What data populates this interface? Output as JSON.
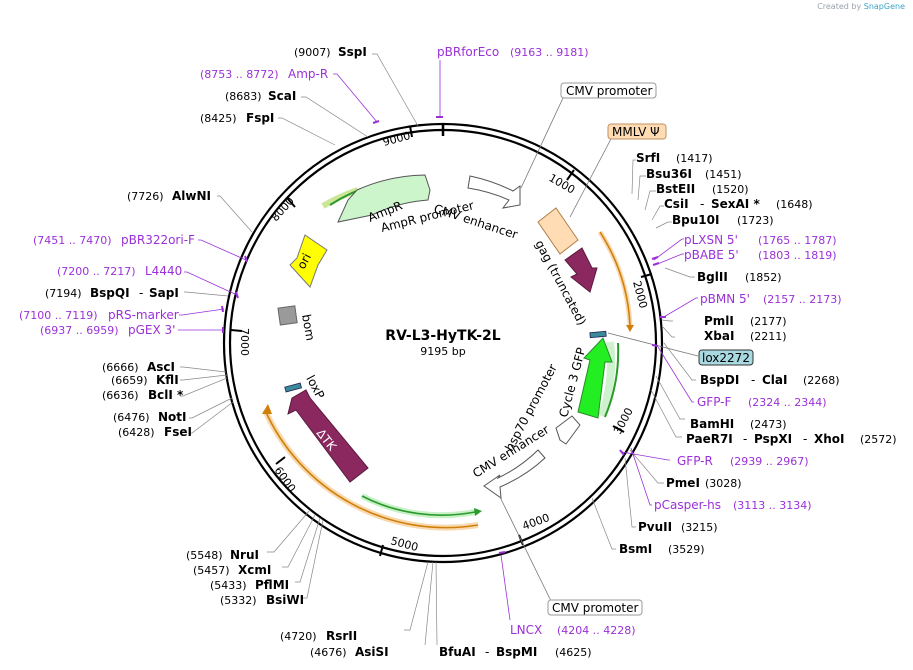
{
  "credit": {
    "prefix": "Created by",
    "brand": "SnapGene"
  },
  "plasmid": {
    "name": "RV-L3-HyTK-2L",
    "size_label": "9195 bp"
  },
  "ticks": [
    "1000",
    "2000",
    "3000",
    "4000",
    "5000",
    "6000",
    "7000",
    "8000",
    "9000"
  ],
  "features": {
    "cmv_enhancer_top": "CMV enhancer",
    "ampr_promoter": "AmpR promoter",
    "ampr": "AmpR",
    "ori": "ori",
    "bom": "bom",
    "gag": "gag (truncated)",
    "cycle3gfp": "Cycle 3 GFP",
    "hsp70": "hsp70 promoter",
    "cmv_enhancer_bottom": "CMV enhancer",
    "loxp": "loxP",
    "dtk": "ΔTK"
  },
  "boxed": {
    "cmv_promoter_top": "CMV promoter",
    "mmlv": "MMLV Ψ",
    "lox2272": "lox2272",
    "cmv_promoter_bottom": "CMV promoter"
  },
  "sites_right": [
    {
      "name": "SrfI",
      "pos": "(1417)"
    },
    {
      "name": "Bsu36I",
      "pos": "(1451)"
    },
    {
      "name": "BstEII",
      "pos": "(1520)"
    },
    {
      "name": "CsiI",
      "name2": "SexAI *",
      "pos": "(1648)"
    },
    {
      "name": "Bpu10I",
      "pos": "(1723)"
    },
    {
      "name": "BglII",
      "pos": "(1852)"
    },
    {
      "name": "PmlI",
      "pos": "(2177)"
    },
    {
      "name": "XbaI",
      "pos": "(2211)"
    },
    {
      "name": "BspDI",
      "name2": "ClaI",
      "pos": "(2268)"
    },
    {
      "name": "BamHI",
      "pos": "(2473)"
    },
    {
      "name": "PaeR7I",
      "name2": "PspXI",
      "name3": "XhoI",
      "pos": "(2572)"
    },
    {
      "name": "PmeI",
      "pos": "(3028)"
    },
    {
      "name": "PvuII",
      "pos": "(3215)"
    },
    {
      "name": "BsmI",
      "pos": "(3529)"
    }
  ],
  "primers_right": [
    {
      "name": "pLXSN 5'",
      "range": "(1765 .. 1787)"
    },
    {
      "name": "pBABE 5'",
      "range": "(1803 .. 1819)"
    },
    {
      "name": "pBMN 5'",
      "range": "(2157 .. 2173)"
    },
    {
      "name": "GFP-F",
      "range": "(2324 .. 2344)"
    },
    {
      "name": "GFP-R",
      "range": "(2939 .. 2967)"
    },
    {
      "name": "pCasper-hs",
      "range": "(3113 .. 3134)"
    }
  ],
  "bottom": {
    "lncx": {
      "name": "LNCX",
      "range": "(4204 .. 4228)"
    },
    "bfuai": {
      "name": "BfuAI",
      "name2": "BspMI",
      "pos": "(4625)"
    },
    "asisi": {
      "name": "AsiSI",
      "pos": "(4676)"
    },
    "rsrii": {
      "name": "RsrII",
      "pos": "(4720)"
    }
  },
  "sites_left": [
    {
      "name": "SspI",
      "pos": "(9007)"
    },
    {
      "name": "ScaI",
      "pos": "(8683)"
    },
    {
      "name": "FspI",
      "pos": "(8425)"
    },
    {
      "name": "AlwNI",
      "pos": "(7726)"
    },
    {
      "name": "BspQI",
      "name2": "SapI",
      "pos": "(7194)"
    },
    {
      "name": "AscI",
      "pos": "(6666)"
    },
    {
      "name": "KflI",
      "pos": "(6659)"
    },
    {
      "name": "BclI *",
      "pos": "(6636)"
    },
    {
      "name": "NotI",
      "pos": "(6476)"
    },
    {
      "name": "FseI",
      "pos": "(6428)"
    },
    {
      "name": "NruI",
      "pos": "(5548)"
    },
    {
      "name": "XcmI",
      "pos": "(5457)"
    },
    {
      "name": "PflMI",
      "pos": "(5433)"
    },
    {
      "name": "BsiWI",
      "pos": "(5332)"
    }
  ],
  "primers_left": [
    {
      "name": "pBRforEco",
      "range": "(9163 .. 9181)"
    },
    {
      "name": "Amp-R",
      "range": "(8753 .. 8772)"
    },
    {
      "name": "pBR322ori-F",
      "range": "(7451 .. 7470)"
    },
    {
      "name": "L4440",
      "range": "(7200 .. 7217)"
    },
    {
      "name": "pRS-marker",
      "range": "(7100 .. 7119)"
    },
    {
      "name": "pGEX 3'",
      "range": "(6937 .. 6959)"
    }
  ],
  "colors": {
    "ring": "#000000",
    "primer": "#9b30d9",
    "ampr": "#ccf5cc",
    "ori": "#ffff00",
    "bom": "#9a9a9a",
    "gag": "#ffdcb4",
    "tk": "#8c2860",
    "gfp": "#22ee22",
    "orange_arc": "#f0a020",
    "green_arc": "#2a9a2a",
    "lox": "#3a8a9a"
  }
}
